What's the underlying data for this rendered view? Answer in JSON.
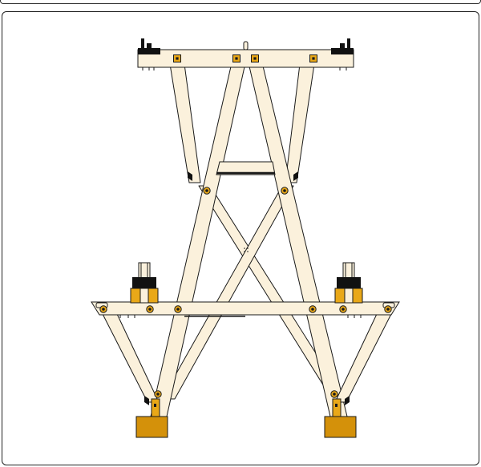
{
  "colors": {
    "timber": "#fbf1dc",
    "outline": "#1a1a1a",
    "bracket": "#e9a818",
    "base_block": "#d4910a",
    "hardware": "#111111",
    "panel_border": "#222222",
    "background": "#ffffff"
  },
  "icons": {
    "bolt": "circle-bolt",
    "bracket": "square-bolt-plate",
    "pulley": "pulley-wheel",
    "clamp": "black-clamp"
  }
}
